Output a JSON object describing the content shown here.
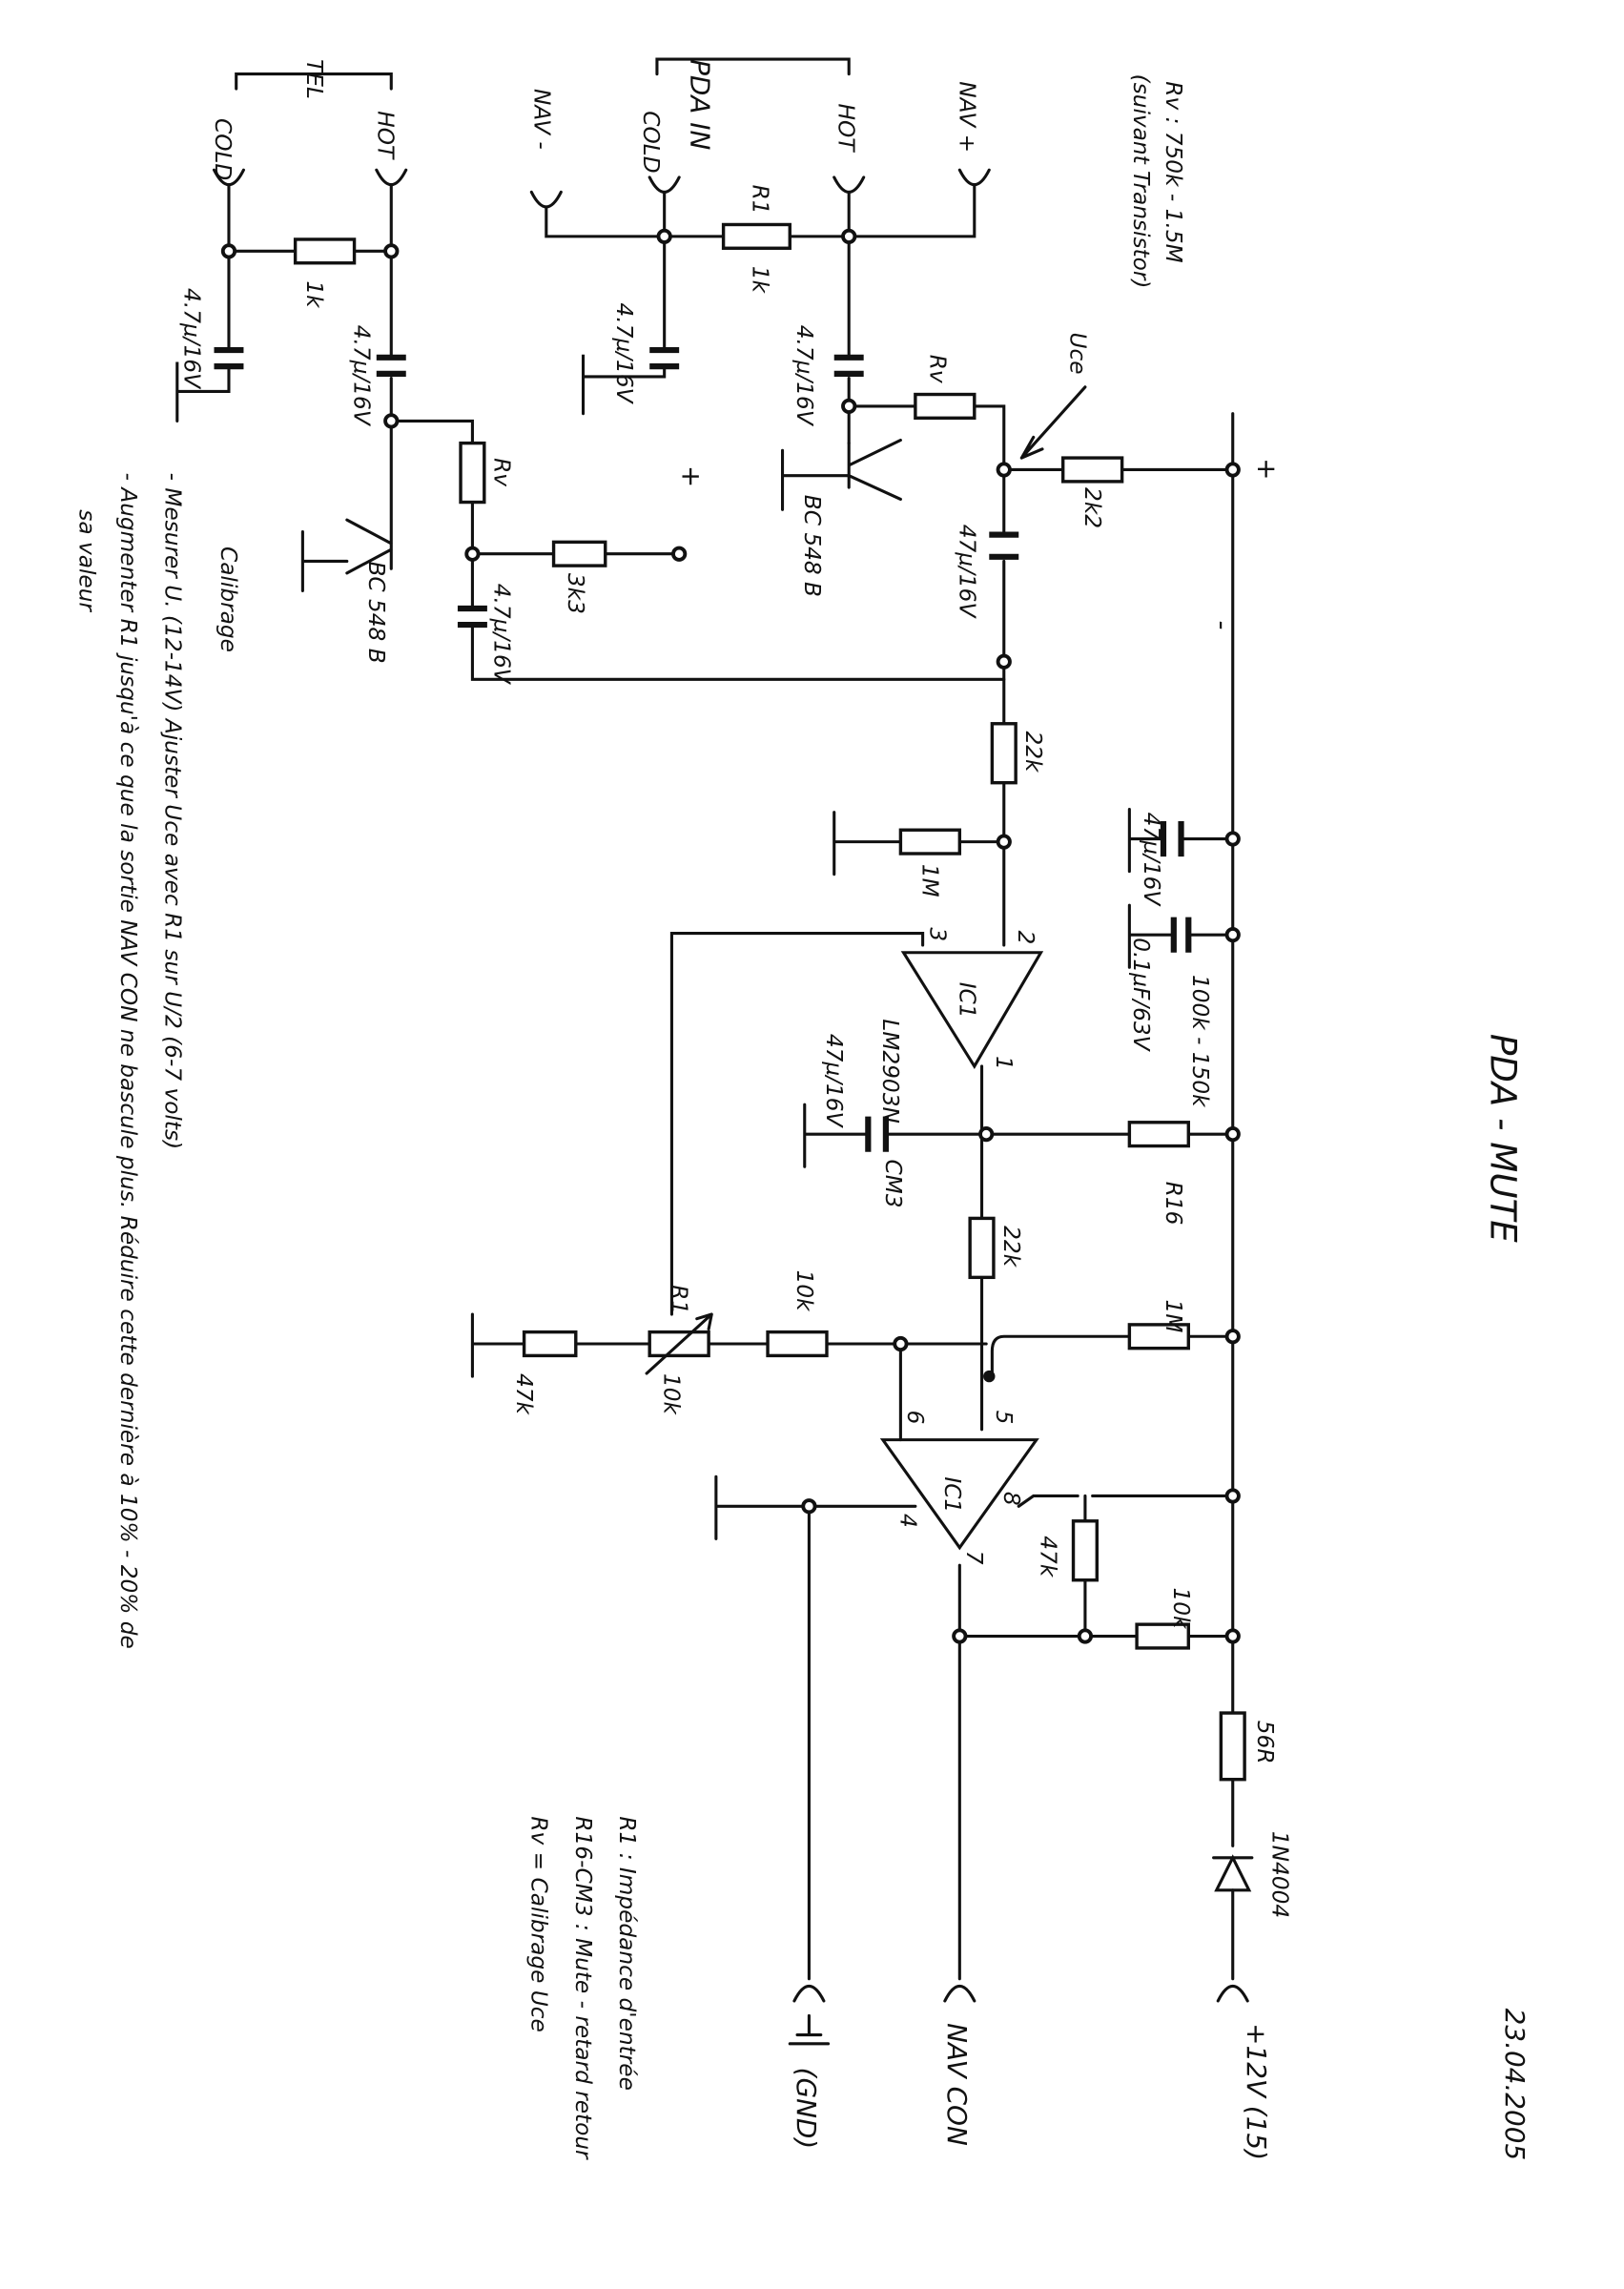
{
  "title": "PDA - MUTE",
  "date": "23.04.2005",
  "inputs": {
    "tel": {
      "label": "TEL",
      "cold": "COLD",
      "hot": "HOT"
    },
    "pda_in": {
      "label": "PDA IN",
      "cold": "COLD",
      "hot": "HOT"
    },
    "nav_minus": "NAV -",
    "nav_plus": "NAV +"
  },
  "outputs": {
    "supply": "+12V (15)",
    "nav_con": "NAV CON",
    "gnd": "(GND)"
  },
  "components": {
    "r_tel": "1k",
    "c_tel_cold": "4.7µ/16V",
    "c_tel_hot": "4.7µ/16V",
    "r_pda_name": "R1",
    "r_pda_val": "1k",
    "c_pda_cold": "4.7µ/16V",
    "c_pda_hot": "4.7µ/16V",
    "rv_q1": "Rv",
    "rv_q2": "Rv",
    "r_3k3": "3k3",
    "c_q2_out": "4.7µ/16V",
    "q1": "BC 548 B",
    "q2": "BC 548 B",
    "r_2k2": "2k2",
    "c_q1_out": "47µ/16V",
    "uce": "Uce",
    "rv_note_1": "Rv : 750k - 1.5M",
    "rv_note_2": "(suivant Transistor)",
    "r_22k_a": "22k",
    "r_1m_a": "1M",
    "c_47u_supply": "47µ/16V",
    "c_100n": "0.1µF/63V",
    "r16_range": "100k - 150k",
    "r16": "R16",
    "ic1_a": "IC1",
    "ic_part": "LM2903N",
    "cm3_val": "47µ/16V",
    "cm3": "CM3",
    "r_22k_b": "22k",
    "r_1m_b": "1M",
    "r_10k_a": "10k",
    "pot_name": "R1",
    "pot_val": "10k",
    "r_47k_gnd": "47k",
    "ic1_b": "IC1",
    "r_47k_fb": "47k",
    "r_10k_out": "10k",
    "r_56r": "56R",
    "diode": "1N4004",
    "plus_a": "+",
    "plus_b": "+",
    "minus": "-",
    "pins": {
      "p1": "1",
      "p2": "2",
      "p3": "3",
      "p4": "4",
      "p5": "5",
      "p6": "6",
      "p7": "7",
      "p8": "8"
    }
  },
  "legend": [
    "R1 : Impédance d'entrée",
    "R16-CM3 : Mute - retard retour",
    "Rv = Calibrage Uce"
  ],
  "calibration": {
    "heading": "Calibrage",
    "step1": "- Mesurer U. (12-14V) Ajuster Uce avec R1 sur U/2 (6-7 volts)",
    "step2": "- Augmenter R1 jusqu'à ce que la sortie NAV CON ne bascule plus. Réduire cette dernière à 10% - 20% de",
    "step2b": "sa valeur"
  }
}
